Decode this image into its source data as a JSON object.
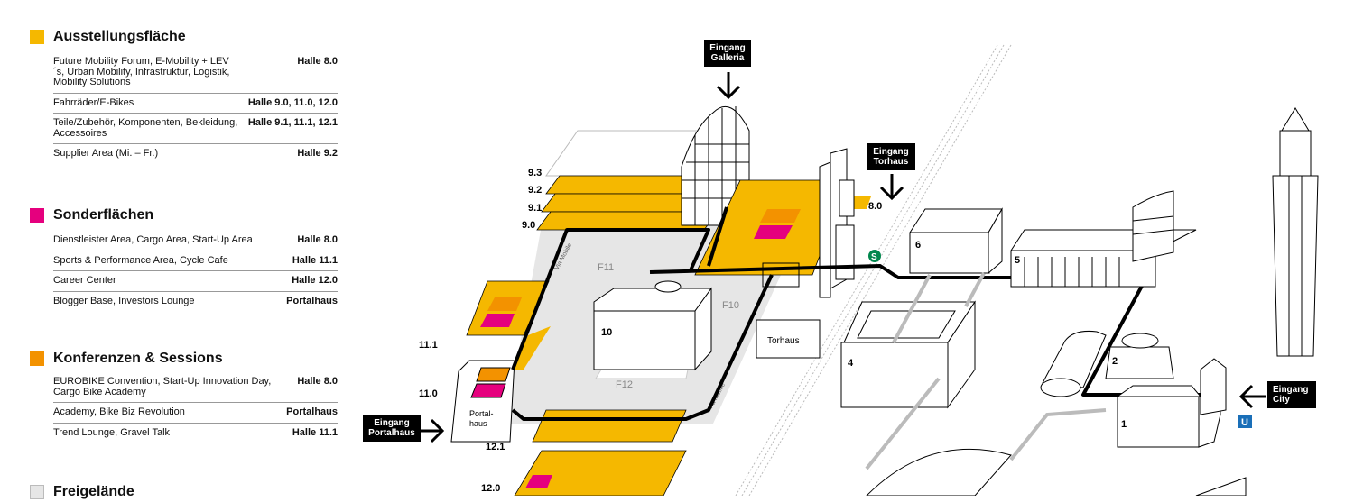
{
  "legend": {
    "sections": [
      {
        "title": "Ausstellungsfläche",
        "color": "#F5B800",
        "rows": [
          {
            "label": "Future Mobility Forum, E-Mobility + LEV´s, Urban Mobility, Infrastruktur, Logistik, Mobility Solutions",
            "hall": "Halle 8.0"
          },
          {
            "label": "Fahrräder/E-Bikes",
            "hall": "Halle 9.0, 11.0, 12.0"
          },
          {
            "label": "Teile/Zubehör, Komponenten, Bekleidung, Accessoires",
            "hall": "Halle 9.1, 11.1, 12.1"
          },
          {
            "label": "Supplier Area (Mi. – Fr.)",
            "hall": "Halle 9.2"
          }
        ]
      },
      {
        "title": "Sonderflächen",
        "color": "#E5007E",
        "rows": [
          {
            "label": "Dienstleister Area, Cargo Area, Start-Up Area",
            "hall": "Halle 8.0"
          },
          {
            "label": "Sports & Performance Area, Cycle Cafe",
            "hall": "Halle 11.1"
          },
          {
            "label": "Career Center",
            "hall": "Halle 12.0"
          },
          {
            "label": "Blogger Base, Investors Lounge",
            "hall": "Portalhaus"
          }
        ]
      },
      {
        "title": "Konferenzen & Sessions",
        "color": "#F39200",
        "rows": [
          {
            "label": "EUROBIKE Convention, Start-Up Innovation Day, Cargo Bike Academy",
            "hall": "Halle 8.0"
          },
          {
            "label": "Academy, Bike Biz Revolution",
            "hall": "Portalhaus"
          },
          {
            "label": "Trend Lounge, Gravel Talk",
            "hall": "Halle 11.1"
          }
        ]
      },
      {
        "title": "Freigelände",
        "color": "#E6E6E6",
        "rows": []
      }
    ]
  },
  "map": {
    "entrances": {
      "galleria": "Eingang Galleria",
      "torhaus": "Eingang Torhaus",
      "portalhaus": "Eingang Portalhaus",
      "city": "Eingang City"
    },
    "levels": {
      "l93": "9.3",
      "l92": "9.2",
      "l91": "9.1",
      "l90": "9.0",
      "l80": "8.0",
      "l111": "11.1",
      "l110": "11.0",
      "l121": "12.1",
      "l120": "12.0"
    },
    "zones": {
      "f11": "F11",
      "f10": "F10",
      "f12": "F12"
    },
    "via_mobile": "Via Mobile",
    "buildings": {
      "b10": "10",
      "b6": "6",
      "b5": "5",
      "b4": "4",
      "b2": "2",
      "b1": "1",
      "torhaus": "Torhaus",
      "portalhaus": "Portal-\nhaus"
    },
    "transit": {
      "sbahn": "S",
      "ubahn": "U"
    },
    "colors": {
      "exhibit": "#F5B800",
      "special": "#E5007E",
      "conference": "#F39200",
      "open_air": "#E6E6E6",
      "sbahn": "#00874D",
      "ubahn": "#1A6FB8"
    }
  }
}
